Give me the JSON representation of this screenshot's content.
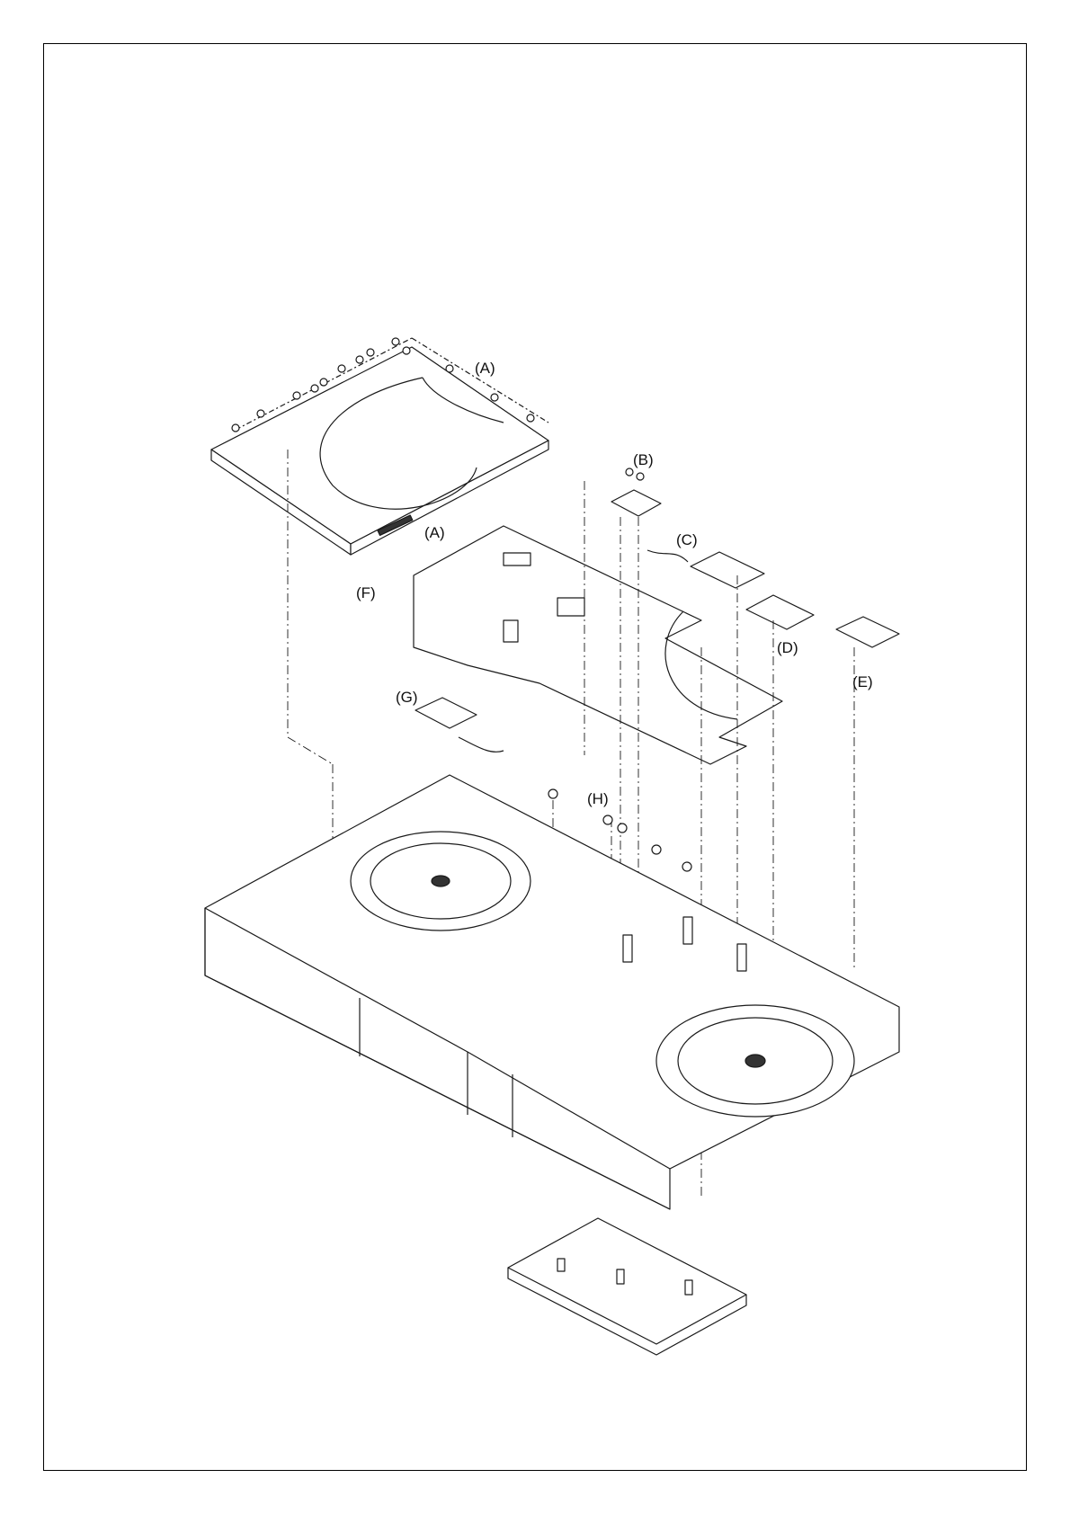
{
  "diagram": {
    "callouts": {
      "a_top": "(A)",
      "a_cable": "(A)",
      "b": "(B)",
      "c": "(C)",
      "d": "(D)",
      "e": "(E)",
      "f": "(F)",
      "g": "(G)",
      "h": "(H)"
    },
    "line_color": "#1a1a1a",
    "background": "#ffffff"
  }
}
